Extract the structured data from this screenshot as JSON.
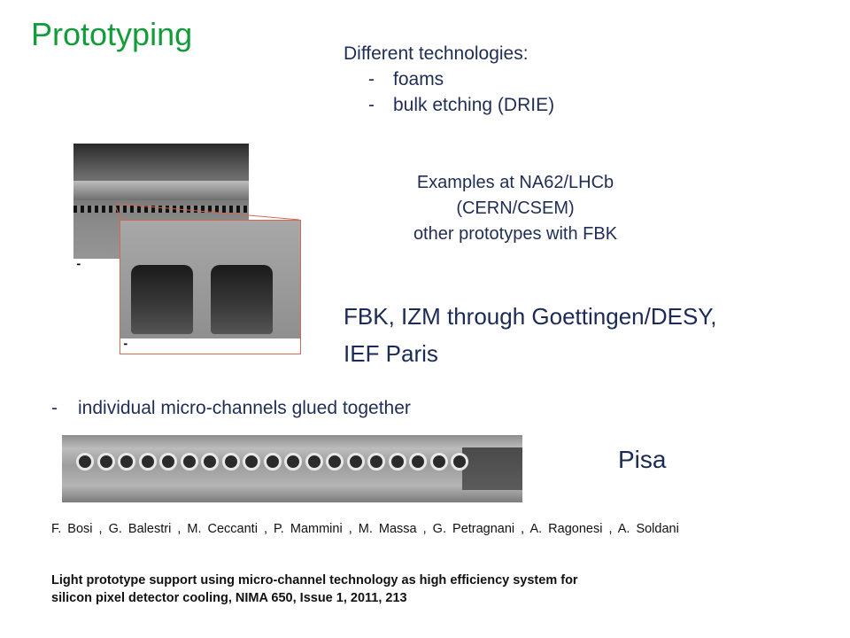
{
  "title": "Prototyping",
  "technologies": {
    "heading": "Different technologies:",
    "items": [
      "foams",
      "bulk etching (DRIE)"
    ]
  },
  "examples": {
    "line1": "Examples at NA62/LHCb",
    "line2": "(CERN/CSEM)",
    "line3": "other prototypes with FBK"
  },
  "fbk": {
    "line1": "FBK, IZM through Goettingen/DESY,",
    "line2": "IEF Paris"
  },
  "individual": "individual micro-channels glued together",
  "pisa": "Pisa",
  "authors": "F. Bosi , G. Balestri , M. Ceccanti , P. Mammini , M. Massa , G. Petragnani , A. Ragonesi , A. Soldani",
  "reference": {
    "line1": "Light prototype support using micro-channel technology as high efficiency system for",
    "line2": "silicon pixel detector cooling, NIMA 650, Issue 1, 2011, 213"
  },
  "colors": {
    "title": "#129b3a",
    "text": "#1f2d55"
  }
}
